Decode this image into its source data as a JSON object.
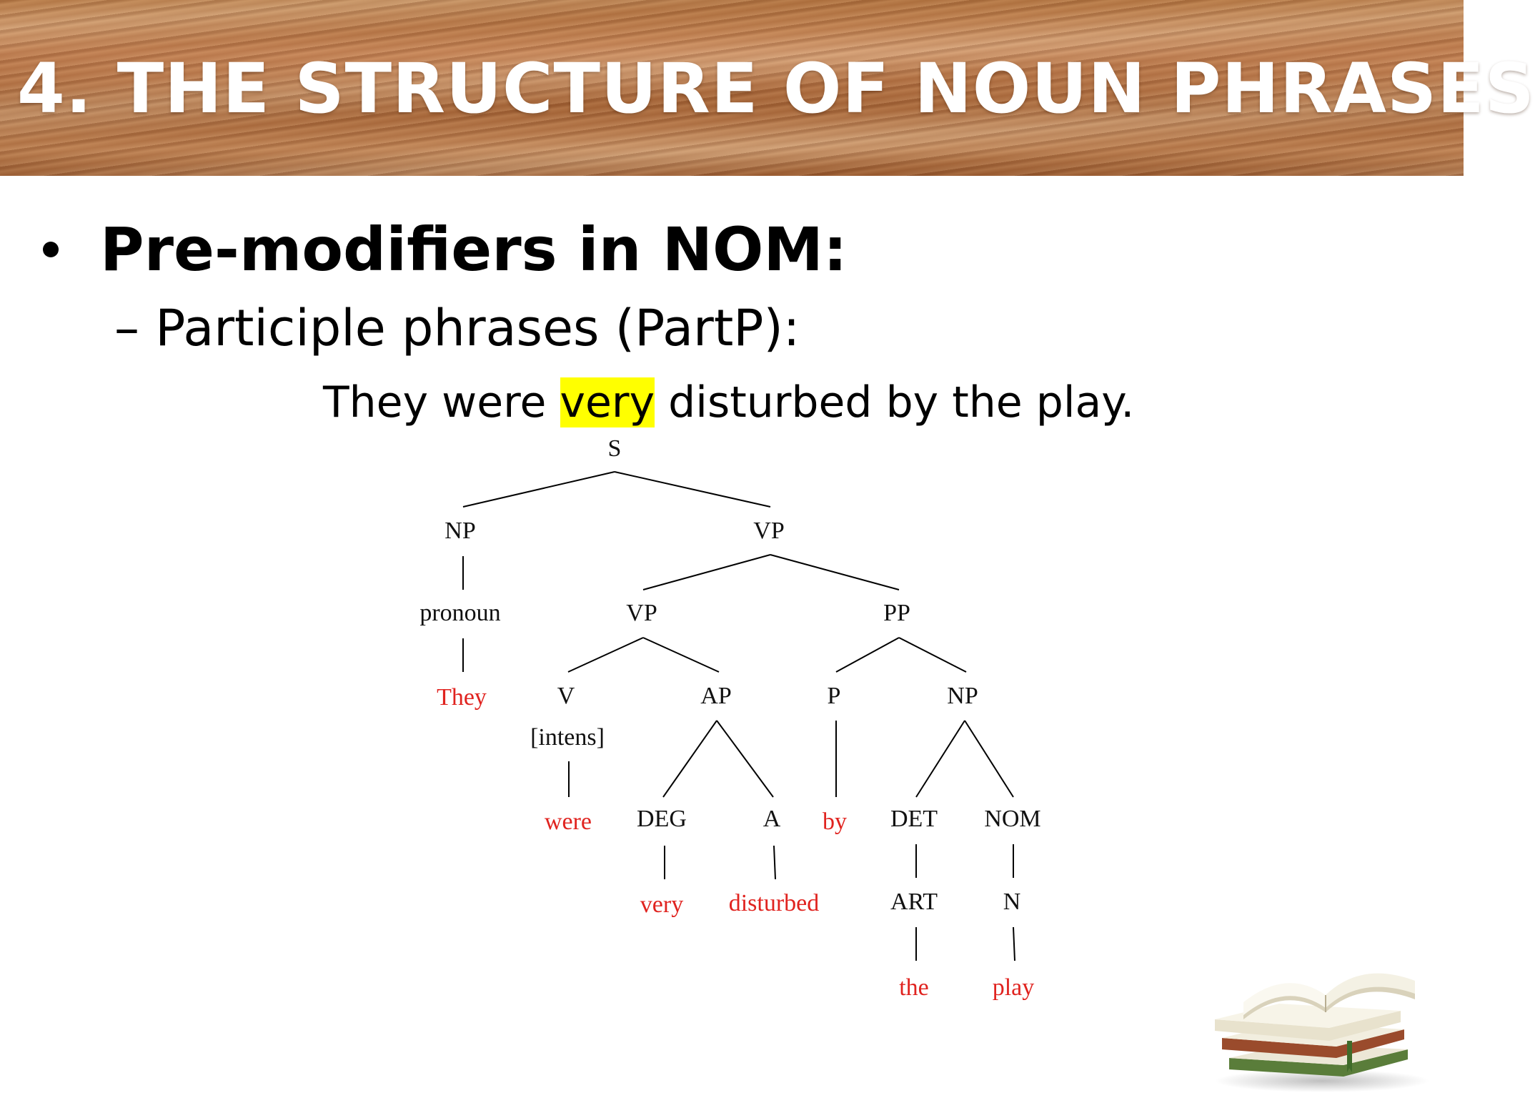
{
  "slide": {
    "title": "4. THE STRUCTURE OF NOUN PHRASES",
    "bullet": "Pre-modifiers in NOM:",
    "sub_dash": "–",
    "sub_text": "Participle phrases (PartP):",
    "sentence": {
      "before": "They were ",
      "highlight": "very",
      "after": " disturbed by the play."
    },
    "colors": {
      "highlight": "#ffff00",
      "leaf_text": "#e0231f",
      "title_text": "#ffffff"
    }
  },
  "tree": {
    "labels": {
      "s": "S",
      "np_subj": "NP",
      "vp_top": "VP",
      "pronoun": "pronoun",
      "they": "They",
      "vp_inner": "VP",
      "pp": "PP",
      "v": "V",
      "intens": "[intens]",
      "were": "were",
      "ap": "AP",
      "deg": "DEG",
      "very": "very",
      "a": "A",
      "disturbed": "disturbed",
      "p": "P",
      "by": "by",
      "np_obj": "NP",
      "det": "DET",
      "art": "ART",
      "the": "the",
      "nom": "NOM",
      "n": "N",
      "play": "play"
    }
  },
  "decoration": {
    "corner_image": "books-stack-icon"
  }
}
